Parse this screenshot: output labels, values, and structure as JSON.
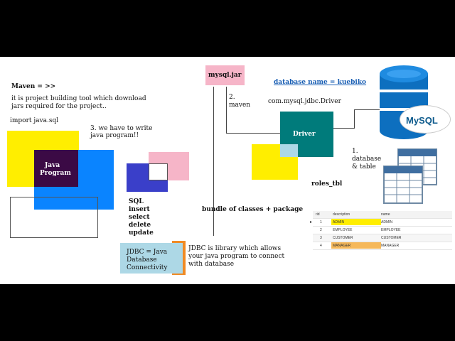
{
  "maven_heading": "Maven = >>",
  "maven_desc_line1": "it is project building tool which download",
  "maven_desc_line2": "jars required for the project..",
  "import_text": "import java.sql",
  "step3_line1": "3. we have to write",
  "step3_line2": "java program!!",
  "java_program_line1": "Java",
  "java_program_line2": "Program",
  "sql_list": [
    "SQL",
    "insert",
    "select",
    "delete",
    "update"
  ],
  "jdbc_box_line1": "JDBC = Java",
  "jdbc_box_line2": "Database",
  "jdbc_box_line3": "Connectivity",
  "jdbc_desc_line1": "JDBC is library which allows",
  "jdbc_desc_line2": "your java program to connect",
  "jdbc_desc_line3": "with database",
  "mysql_jar": "mysql.jar",
  "step2_line1": "2.",
  "step2_line2": "maven",
  "database_name": "database name = kuebiko",
  "driver_class": "com.mysql.jdbc.Driver",
  "driver_label": "Driver",
  "bundle_text": "bundle of classes + package",
  "mysql_logo": "MySQL",
  "step1_line1": "1.",
  "step1_line2": "database",
  "step1_line3": "& table",
  "roles_tbl_label": "roles_tbl",
  "roles_table": {
    "headers": [
      "rid",
      "description",
      "name"
    ],
    "rows": [
      {
        "rid": "1",
        "description": "ADMIN",
        "name": "ADMIN"
      },
      {
        "rid": "2",
        "description": "EMPLOYEE",
        "name": "EMPLOYEE"
      },
      {
        "rid": "3",
        "description": "CUSTOMER",
        "name": "CUSTOMER"
      },
      {
        "rid": "4",
        "description": "MANAGER",
        "name": "MANAGER"
      }
    ]
  },
  "colors": {
    "yellow": "#ffee00",
    "blue": "#0a84ff",
    "dark_purple": "#3b0a45",
    "pink": "#f6b5c8",
    "indigo": "#3a3fc9",
    "light_blue": "#add8e6",
    "teal": "#007b7b",
    "orange": "#f08a24",
    "db_blue": "#0d6fbf",
    "label_blue": "#1a5fb4"
  }
}
